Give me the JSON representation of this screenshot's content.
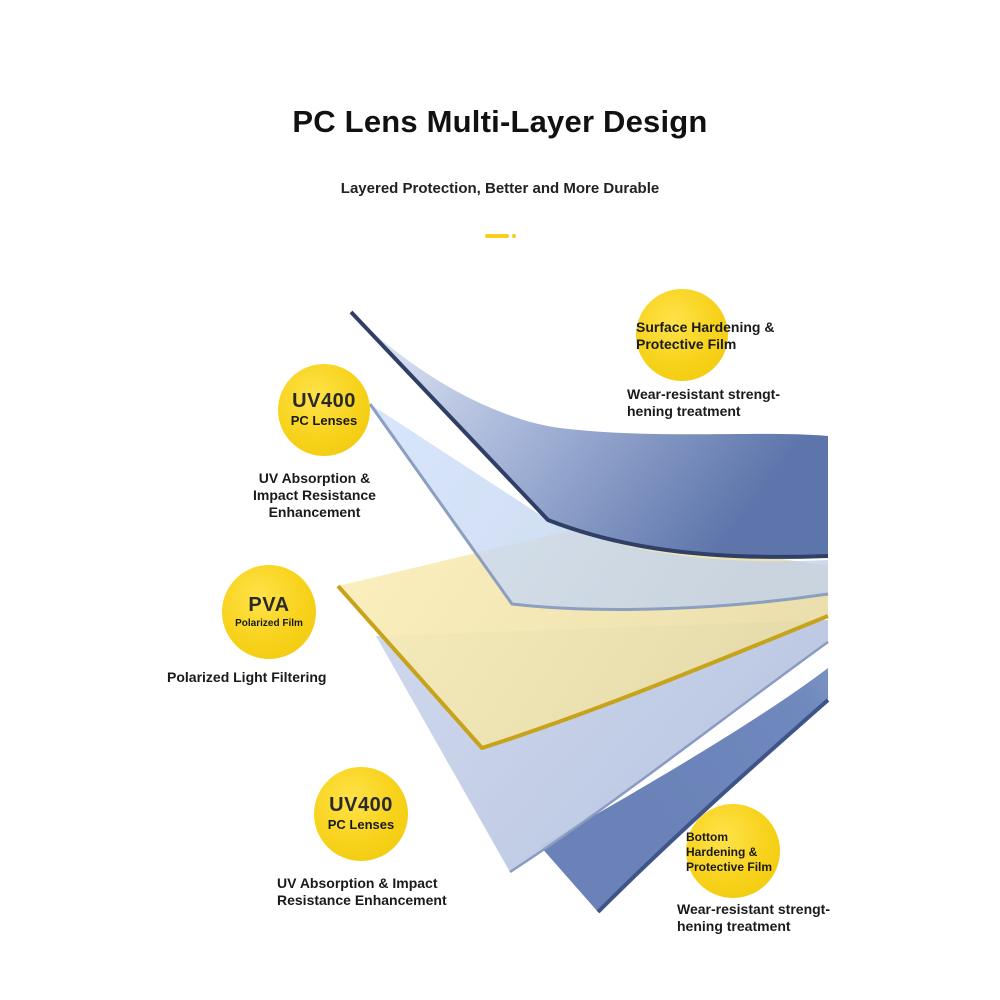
{
  "title": "PC Lens Multi-Layer Design",
  "subtitle": "Layered Protection, Better and More Durable",
  "colors": {
    "accent": "#f5cf1a",
    "top_layer": "#5f78ad",
    "pc_layer": "#c9d9f2",
    "pva_layer": "#f7e7a6",
    "pva_edge": "#c7a21b",
    "bottom_pc_layer": "#c3cde6",
    "bottom_layer": "#5d77b0"
  },
  "labels": [
    {
      "id": "surface",
      "badge_lines": [
        "Surface Hardening &",
        "Protective Film"
      ],
      "desc_lines": [
        "Wear-resistant strengt-",
        "hening treatment"
      ]
    },
    {
      "id": "uv_top",
      "badge_big": "UV400",
      "badge_small": "PC Lenses",
      "desc_lines": [
        "UV Absorption &",
        "Impact Resistance",
        "Enhancement"
      ]
    },
    {
      "id": "pva",
      "badge_big": "PVA",
      "badge_small": "Polarized Film",
      "desc_lines": [
        "Polarized Light Filtering"
      ]
    },
    {
      "id": "uv_bottom",
      "badge_big": "UV400",
      "badge_small": "PC Lenses",
      "desc_lines": [
        "UV Absorption & Impact",
        "Resistance Enhancement"
      ]
    },
    {
      "id": "bottom",
      "badge_lines": [
        "Bottom",
        "Hardening &",
        "Protective Film"
      ],
      "desc_lines": [
        "Wear-resistant strengt-",
        "hening treatment"
      ]
    }
  ]
}
